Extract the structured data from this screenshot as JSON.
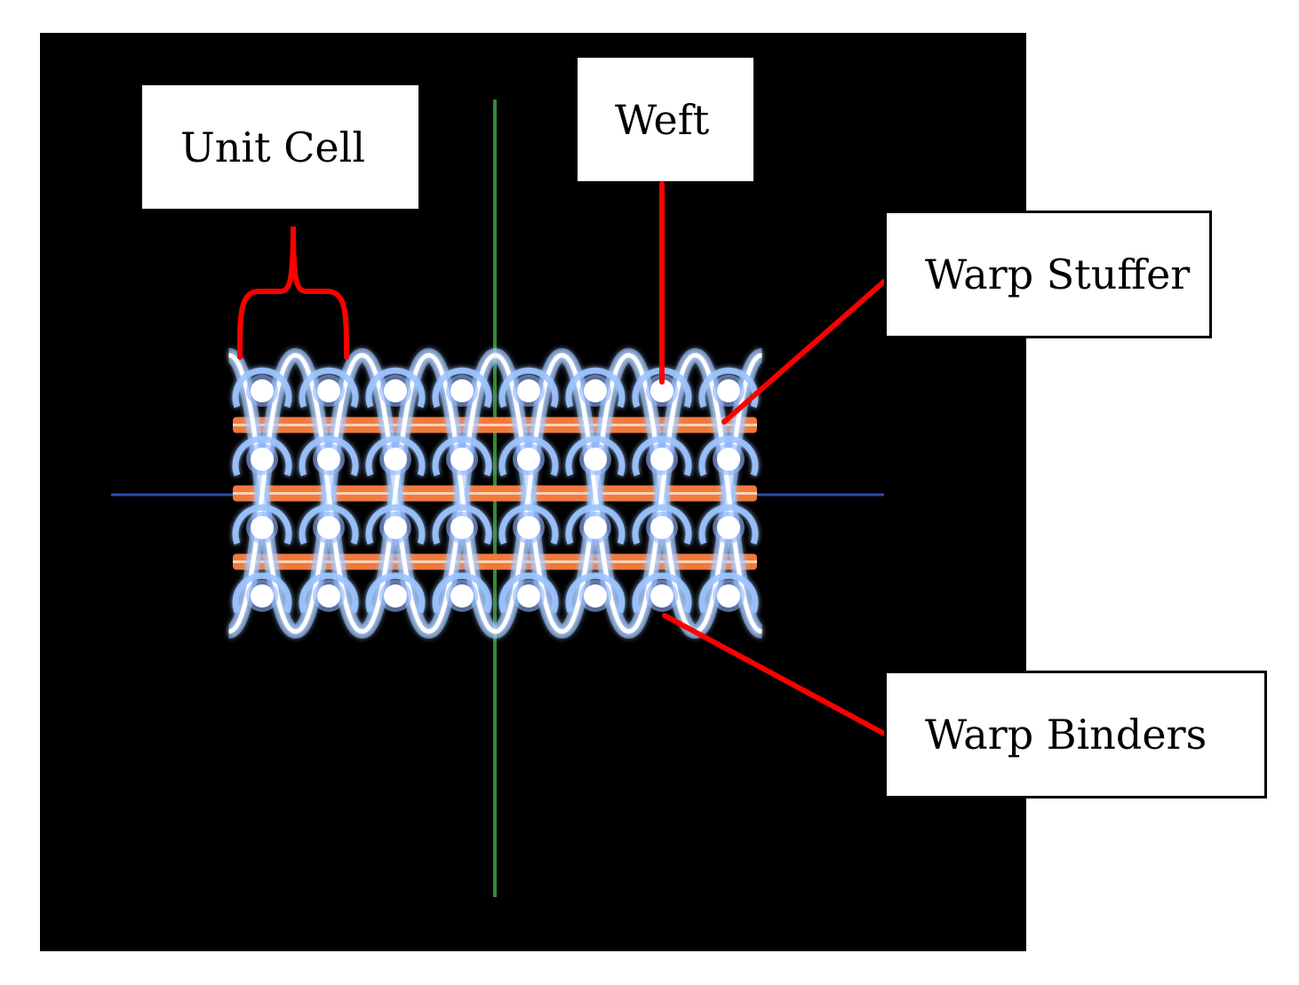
{
  "labels": {
    "unit_cell": "Unit Cell",
    "weft": "Weft",
    "warp_stuffer": "Warp Stuffer",
    "warp_binders": "Warp Binders"
  },
  "colors": {
    "background": "#000000",
    "callout": "#ff0000",
    "warp_stuffer": "#f07a3c",
    "warp_binder": "#9cc4ff",
    "weft": "#ffffff",
    "axis_vertical": "#3fa33f",
    "axis_horizontal": "#3a5bd0"
  },
  "weave": {
    "columns": 8,
    "weft_rows": 4,
    "stuffer_rows": 3
  }
}
